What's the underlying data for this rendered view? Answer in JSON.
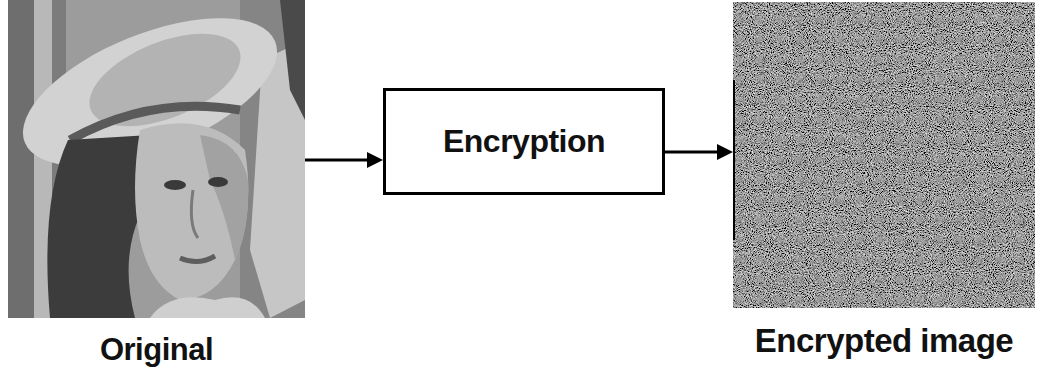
{
  "diagram": {
    "nodes": [
      {
        "text": [
          "Original"
        ]
      },
      {
        "text": [
          "Encryption"
        ]
      },
      {
        "text": [
          "Encrypted image"
        ]
      }
    ],
    "edges": [
      {
        "from": 0,
        "to": 1,
        "arrow": "to"
      },
      {
        "from": 1,
        "to": 2,
        "arrow": "to"
      }
    ]
  }
}
